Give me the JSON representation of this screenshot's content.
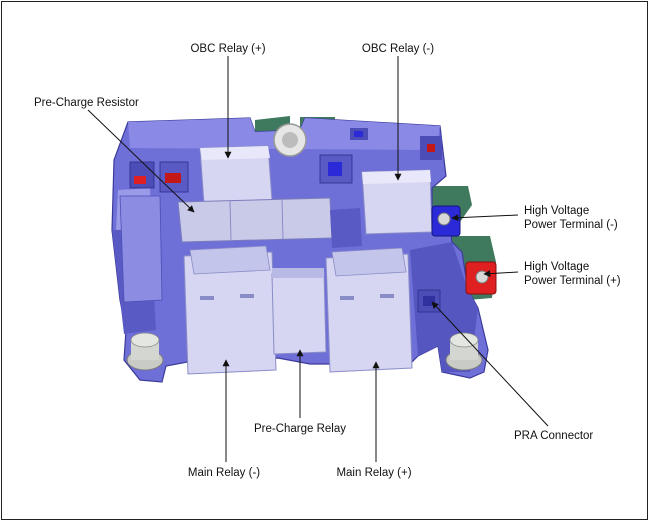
{
  "labels": {
    "obc_relay_plus": "OBC Relay (+)",
    "obc_relay_minus": "OBC Relay (-)",
    "pre_charge_resistor": "Pre-Charge Resistor",
    "hv_terminal_minus_line1": "High Voltage",
    "hv_terminal_minus_line2": "Power Terminal (-)",
    "hv_terminal_plus_line1": "High Voltage",
    "hv_terminal_plus_line2": "Power Terminal (+)",
    "pra_connector": "PRA Connector",
    "pre_charge_relay": "Pre-Charge Relay",
    "main_relay_minus": "Main Relay (-)",
    "main_relay_plus": "Main Relay (+)"
  },
  "colors": {
    "housing": "#6f6fd8",
    "housing_dark": "#4d4db8",
    "housing_light": "#9a9ae8",
    "relay_body": "#d6d6f2",
    "relay_shadow": "#aeb0dc",
    "terminal_minus": "#2a2ad8",
    "terminal_plus": "#e02020",
    "bracket_green": "#3f7a5e",
    "metal": "#c9cbc7"
  }
}
